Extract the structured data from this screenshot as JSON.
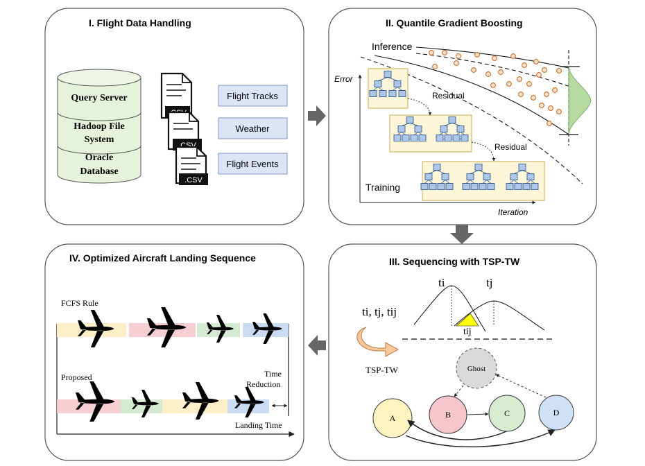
{
  "panels": {
    "p1": {
      "title": "I.   Flight Data Handling",
      "db_layers": [
        "Query Server",
        "Hadoop File System",
        "Oracle Database"
      ],
      "file_badges": [
        ".CSV",
        ".CSV",
        ".CSV"
      ],
      "outputs": [
        "Flight Tracks",
        "Weather",
        "Flight Events"
      ]
    },
    "p2": {
      "title": "II. Quantile Gradient Boosting",
      "inference_label": "Inference",
      "training_label": "Training",
      "y_axis_label": "Error",
      "x_axis_label": "Iteration",
      "residual_label_1": "Residual",
      "residual_label_2": "Residual"
    },
    "p3": {
      "title": "III. Sequencing with TSP-TW",
      "times_label": "ti, tj, tij",
      "ti_label": "ti",
      "tj_label": "tj",
      "tij_label": "tij",
      "method_label": "TSP-TW",
      "nodes": {
        "ghost": "Ghost",
        "a": "A",
        "b": "B",
        "c": "C",
        "d": "D"
      }
    },
    "p4": {
      "title": "IV. Optimized Aircraft Landing Sequence",
      "fcfs_label": "FCFS Rule",
      "proposed_label": "Proposed",
      "time_reduction_label": "Time Reduction",
      "landing_time_label": "Landing Time"
    }
  },
  "colors": {
    "panel_border": "#555555",
    "box_blue": "#dbe5f6",
    "box_border": "#7f96c6",
    "db_green": "#e6f2da",
    "arrow_gray": "#666666",
    "node_yellow": "#fff3bf",
    "node_pink": "#f6c6cc",
    "node_green": "#d8ecd2",
    "node_blue": "#cfe1f4",
    "node_ghost": "#d9d9d9",
    "dist_green": "#a8d58f",
    "overlap_yellow": "#ffff00",
    "dot_orange": "#d2691e",
    "strip_yellow": "#fdf0c8",
    "strip_pink": "#f5cfd2",
    "strip_green": "#d5ebd1",
    "strip_blue": "#c9dcf2"
  }
}
